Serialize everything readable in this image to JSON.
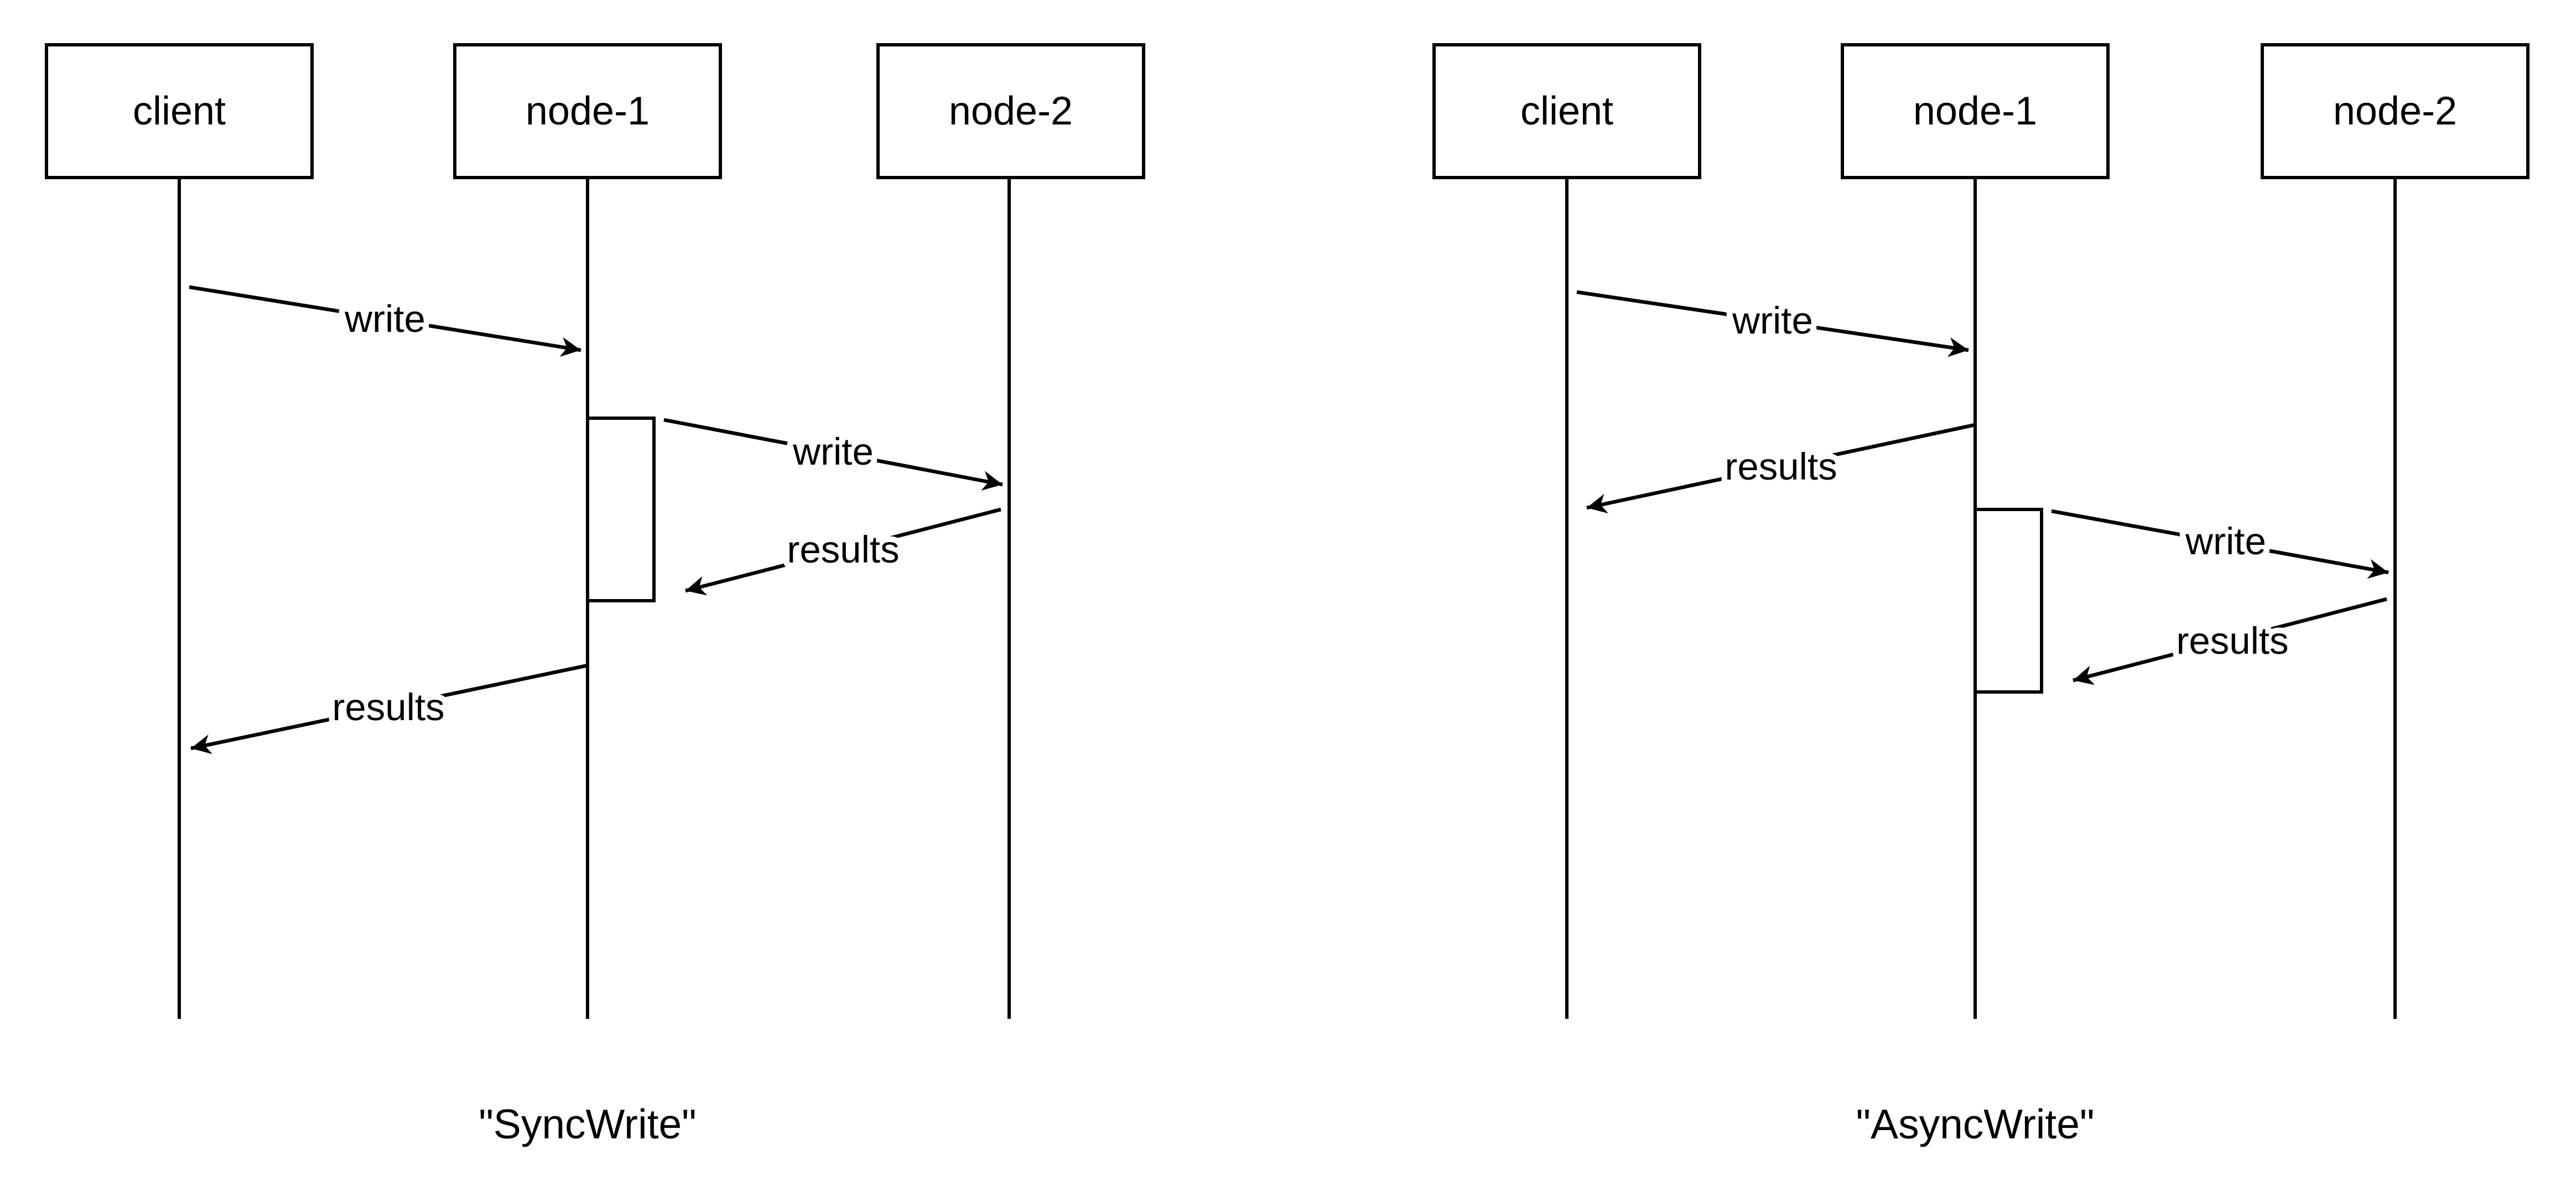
{
  "page": {
    "background_color": "#ffffff",
    "line_color": "#000000"
  },
  "diagrams": [
    {
      "caption": "\"SyncWrite\"",
      "lifelines": [
        {
          "name": "client"
        },
        {
          "name": "node-1"
        },
        {
          "name": "node-2"
        }
      ],
      "messages": [
        {
          "label": "write",
          "from": "client",
          "to": "node-1"
        },
        {
          "label": "write",
          "from": "node-1",
          "to": "node-2"
        },
        {
          "label": "results",
          "from": "node-2",
          "to": "node-1"
        },
        {
          "label": "results",
          "from": "node-1",
          "to": "client"
        }
      ]
    },
    {
      "caption": "\"AsyncWrite\"",
      "lifelines": [
        {
          "name": "client"
        },
        {
          "name": "node-1"
        },
        {
          "name": "node-2"
        }
      ],
      "messages": [
        {
          "label": "write",
          "from": "client",
          "to": "node-1"
        },
        {
          "label": "results",
          "from": "node-1",
          "to": "client"
        },
        {
          "label": "write",
          "from": "node-1",
          "to": "node-2"
        },
        {
          "label": "results",
          "from": "node-2",
          "to": "node-1"
        }
      ]
    }
  ]
}
